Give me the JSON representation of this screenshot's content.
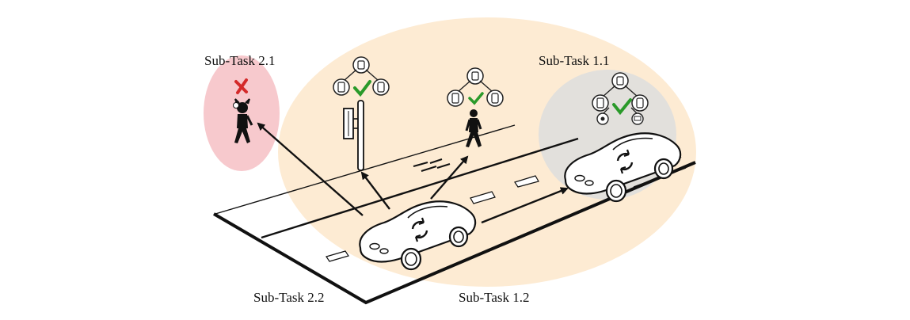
{
  "labels": {
    "subtask_2_1": "Sub-Task 2.1",
    "subtask_1_1": "Sub-Task 1.1",
    "subtask_2_2": "Sub-Task 2.2",
    "subtask_1_2": "Sub-Task 1.2"
  },
  "colors": {
    "main_region": "#fdebd3",
    "malicious_region": "#f7c9cd",
    "vehicle_region": "#e2e0dc",
    "check": "#2a9a2a",
    "cross": "#d42a2a",
    "road_line": "#111111"
  },
  "icons": {
    "pedestrian_status": "check-icon",
    "traffic_light_status": "check-icon",
    "vehicle_status": "check-icon",
    "malicious_status": "cross-icon"
  }
}
